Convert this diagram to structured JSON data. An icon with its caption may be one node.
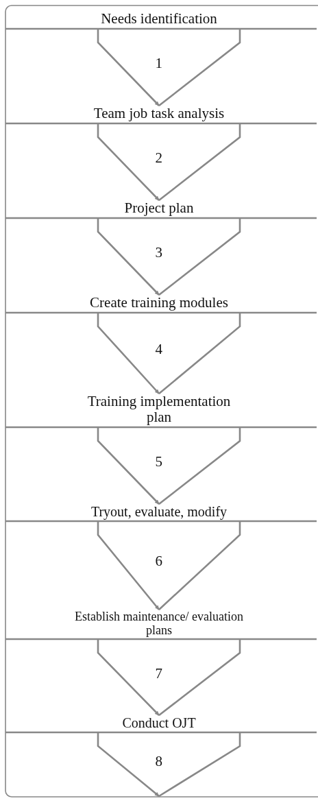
{
  "diagram": {
    "nodes": [
      {
        "text": [
          "Needs identification"
        ]
      },
      {
        "text": [
          "Team job task analysis"
        ]
      },
      {
        "text": [
          "Project plan"
        ]
      },
      {
        "text": [
          "Create training modules"
        ]
      },
      {
        "text": [
          "Training implementation plan"
        ]
      },
      {
        "text": [
          "Tryout, evaluate, modify"
        ]
      },
      {
        "text": [
          "Establish maintenance/ evaluation plans"
        ]
      },
      {
        "text": [
          "Conduct OJT"
        ]
      }
    ],
    "edges": [
      {
        "from": 0,
        "to": 1,
        "arrow": "to",
        "label": "1"
      },
      {
        "from": 1,
        "to": 2,
        "arrow": "to",
        "label": "2"
      },
      {
        "from": 2,
        "to": 3,
        "arrow": "to",
        "label": "3"
      },
      {
        "from": 3,
        "to": 4,
        "arrow": "to",
        "label": "4"
      },
      {
        "from": 4,
        "to": 5,
        "arrow": "to",
        "label": "5"
      },
      {
        "from": 5,
        "to": 6,
        "arrow": "to",
        "label": "6"
      },
      {
        "from": 6,
        "to": 7,
        "arrow": "to",
        "label": "7"
      },
      {
        "from": 7,
        "to": null,
        "arrow": "to",
        "label": "8"
      }
    ]
  }
}
